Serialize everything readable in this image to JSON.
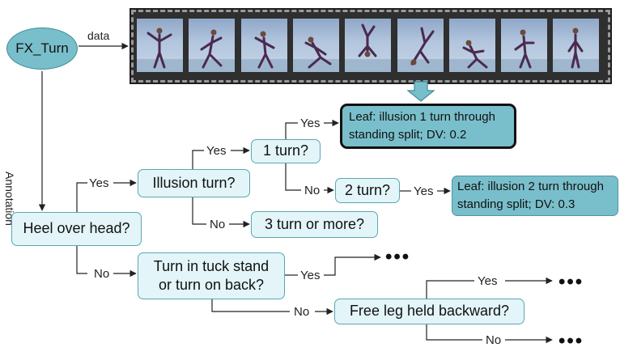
{
  "root": {
    "label": "FX_Turn"
  },
  "edges": {
    "data": "data",
    "annotation": "Annotation"
  },
  "nodes": {
    "heel": "Heel over head?",
    "illusion": "Illusion turn?",
    "one_turn": "1 turn?",
    "two_turn": "2 turn?",
    "three_turn": "3 turn or more?",
    "tuck_line1": "Turn in tuck stand",
    "tuck_line2": "or turn on back?",
    "free_leg": "Free leg held backward?"
  },
  "leaves": {
    "leaf1_line1": "Leaf: illusion 1 turn through",
    "leaf1_line2": "standing split; DV: 0.2",
    "leaf2_line1": "Leaf: illusion 2 turn through",
    "leaf2_line2": "standing split; DV: 0.3"
  },
  "branch_labels": {
    "yes": "Yes",
    "no": "No"
  },
  "ellipsis": "•••",
  "colors": {
    "node_fill": "#e3f5f8",
    "node_border": "#58a8b2",
    "leaf_fill": "#79bfcb",
    "root_fill": "#79bfcb",
    "arrow_fill": "#79bfcb"
  },
  "filmstrip": {
    "frame_count": 9
  }
}
